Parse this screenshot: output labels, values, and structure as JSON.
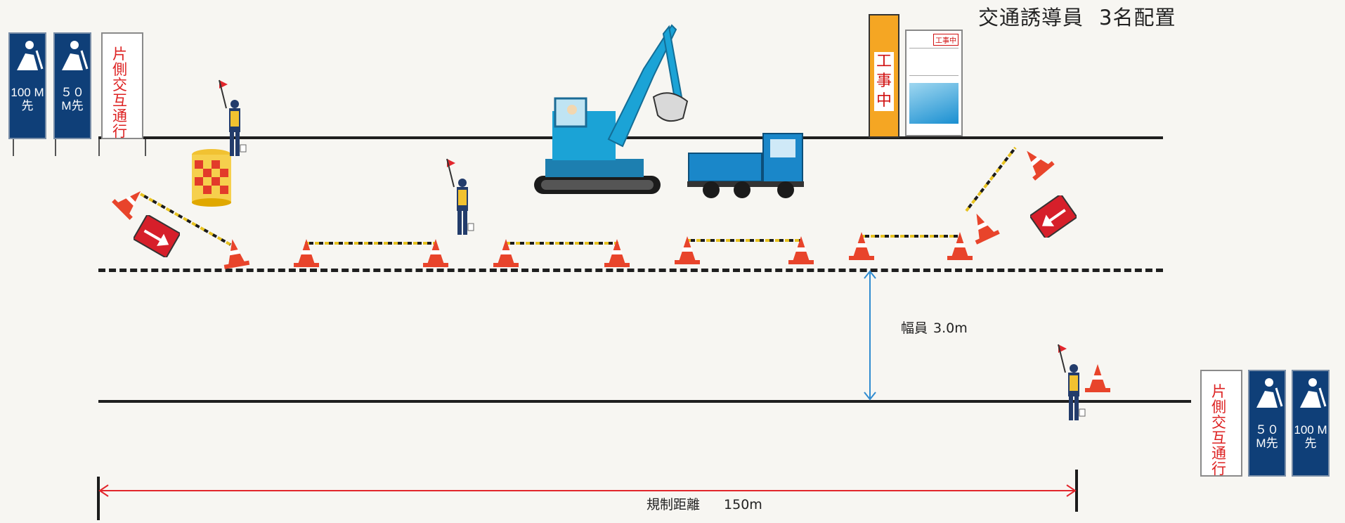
{
  "diagram": {
    "title": "交通誘導員",
    "title_count": "3名配置",
    "width_label": "幅員",
    "width_value": "3.0m",
    "distance_label": "規制距離",
    "distance_value": "150m",
    "signs": {
      "left_100": "100 M先",
      "left_50": "５０ M先",
      "right_50": "５０ M先",
      "right_100": "100 M先",
      "alternate_text": "片側交互通行",
      "construction_board_vertical": "工事中",
      "construction_board_title": "工事中"
    },
    "colors": {
      "road_line": "#1f1f1f",
      "sign_blue": "#0f3f78",
      "cone_orange": "#e8442b",
      "excavator": "#1ba3d6",
      "arrow_red": "#d61f2a",
      "distance_arrow": "#e2262c",
      "width_arrow": "#2f8bd0"
    },
    "icons": [
      "worker-sign-icon",
      "flagman-icon",
      "traffic-cone-icon",
      "excavator-icon",
      "dump-truck-icon",
      "arrow-board-icon",
      "drum-barrier-icon"
    ]
  }
}
